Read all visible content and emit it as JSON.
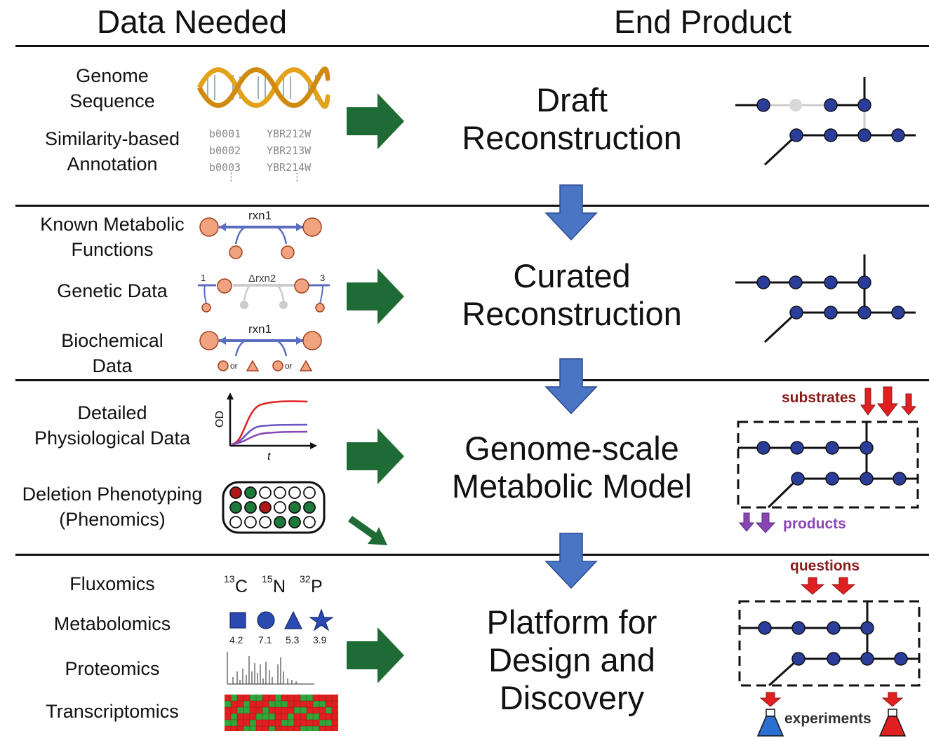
{
  "headers": {
    "data_needed": "Data Needed",
    "end_product": "End Product"
  },
  "row1": {
    "inputs": [
      {
        "l1": "Genome",
        "l2": "Sequence"
      },
      {
        "l1": "Similarity-based",
        "l2": "Annotation"
      }
    ],
    "gene_ids_left": [
      "b0001",
      "b0002",
      "b0003"
    ],
    "gene_ids_right": [
      "YBR212W",
      "YBR213W",
      "YBR214W"
    ],
    "product": {
      "l1": "Draft",
      "l2": "Reconstruction"
    }
  },
  "row2": {
    "inputs": [
      {
        "l1": "Known Metabolic",
        "l2": "Functions"
      },
      {
        "l1": "Genetic Data"
      },
      {
        "l1": "Biochemical",
        "l2": "Data"
      }
    ],
    "rxn1_label": "rxn1",
    "rxn2_label": "Δrxn2",
    "gene_num_left": "1",
    "gene_num_right": "3",
    "rxn1b_label": "rxn1",
    "or_label": "or",
    "product": {
      "l1": "Curated",
      "l2": "Reconstruction"
    }
  },
  "row3": {
    "inputs": [
      {
        "l1": "Detailed",
        "l2": "Physiological Data"
      },
      {
        "l1": "Deletion Phenotyping",
        "l2": "(Phenomics)"
      }
    ],
    "od_label": "OD",
    "t_label": "t",
    "substrates_label": "substrates",
    "products_label": "products",
    "product": {
      "l1": "Genome-scale",
      "l2": "Metabolic Model"
    }
  },
  "row4": {
    "inputs": [
      "Fluxomics",
      "Metabolomics",
      "Proteomics",
      "Transcriptomics"
    ],
    "isotopes": [
      {
        "mass": "13",
        "el": "C"
      },
      {
        "mass": "15",
        "el": "N"
      },
      {
        "mass": "32",
        "el": "P"
      }
    ],
    "metabolite_values": [
      "4.2",
      "7.1",
      "5.3",
      "3.9"
    ],
    "questions_label": "questions",
    "experiments_label": "experiments",
    "product": {
      "l1": "Platform for",
      "l2": "Design and",
      "l3": "Discovery"
    }
  },
  "colors": {
    "green_arrow": "#1e6b35",
    "blue_arrow": "#4a74c4",
    "node": "#2b3d9b",
    "metabolite": "#f0a37e",
    "red_label": "#8b1a1a",
    "purple": "#8a45b5",
    "heat_red": "#e02020",
    "heat_green": "#2fa83a"
  }
}
